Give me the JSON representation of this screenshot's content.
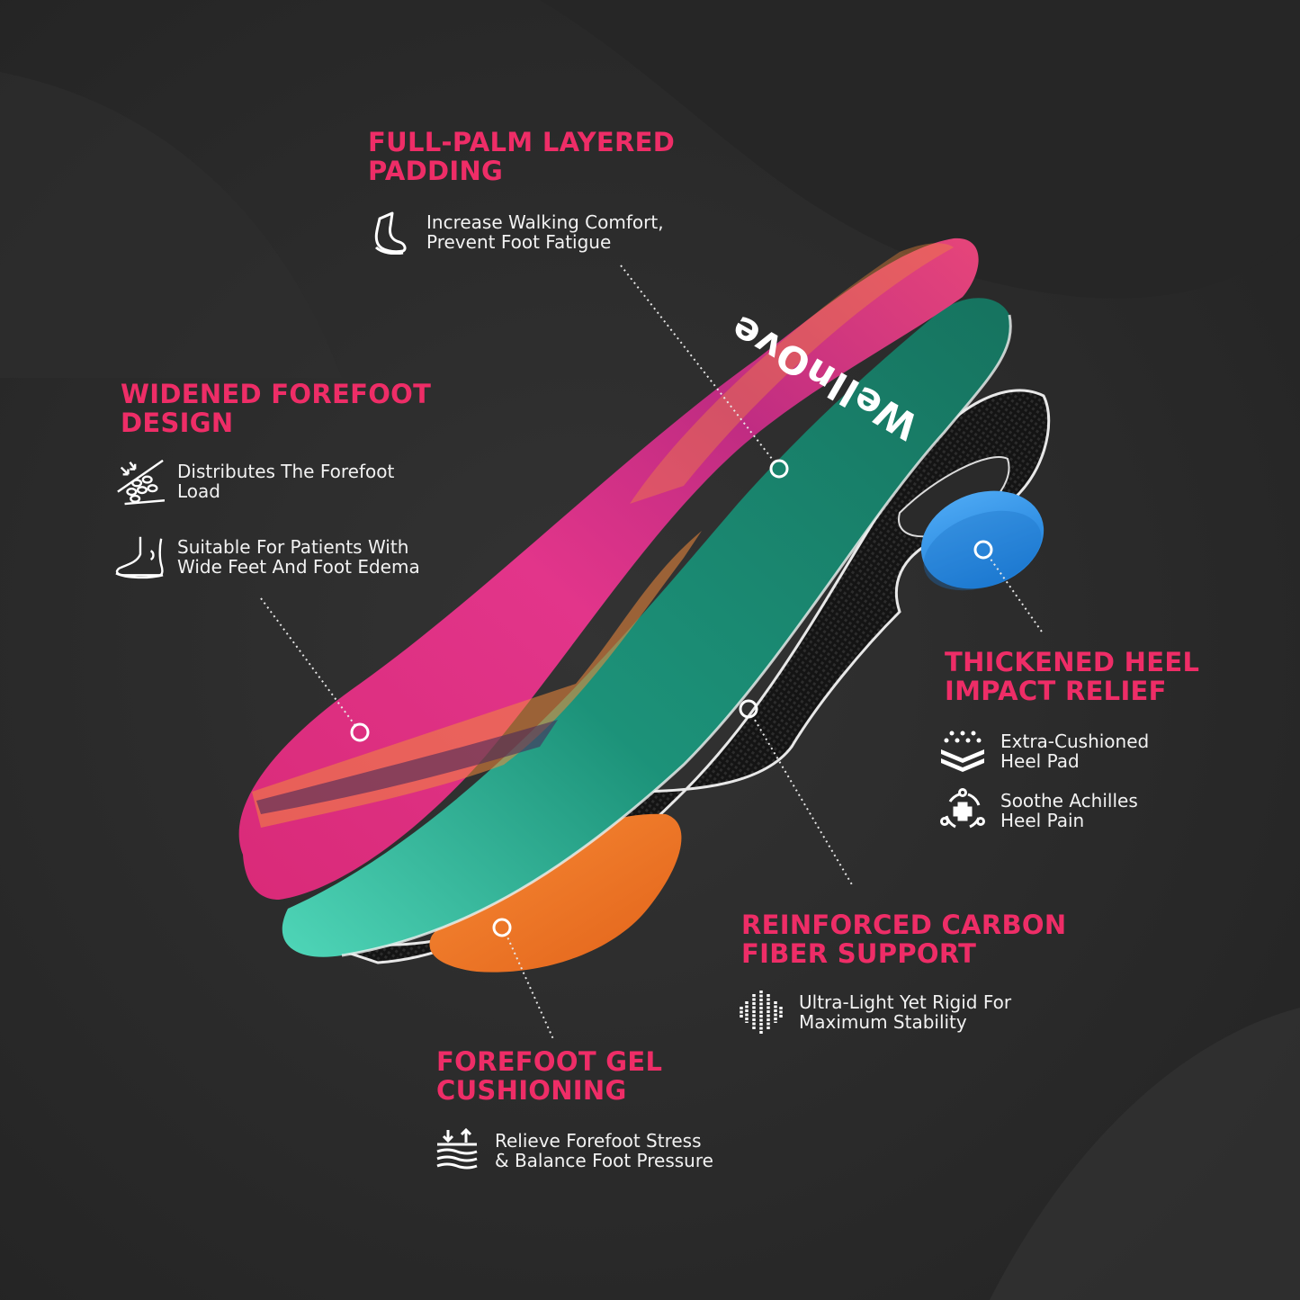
{
  "brand": {
    "logo_text": "WellnOve"
  },
  "colors": {
    "background": "#2a2a2a",
    "heading_accent": "#ee2d67",
    "body_text": "#f2f2f2",
    "top_layer": "#e0307f",
    "top_layer_highlight": "#f28a3c",
    "middle_layer": "#1f8f78",
    "carbon_shell": "#1a1a1a",
    "heel_pad": "#2f8fe6",
    "forefoot_gel": "#f0731f"
  },
  "callouts": [
    {
      "id": "full-palm",
      "title_lines": [
        "FULL-PALM LAYERED",
        "PADDING"
      ],
      "features": [
        {
          "icon": "foot-side-icon",
          "lines": [
            "Increase Walking Comfort,",
            "Prevent Foot Fatigue"
          ]
        }
      ]
    },
    {
      "id": "widened-forefoot",
      "title_lines": [
        "WIDENED FOREFOOT",
        "DESIGN"
      ],
      "features": [
        {
          "icon": "load-distribution-icon",
          "lines": [
            "Distributes The Forefoot",
            "Load"
          ]
        },
        {
          "icon": "wide-foot-icon",
          "lines": [
            "Suitable For Patients With",
            "Wide Feet And Foot Edema"
          ]
        }
      ]
    },
    {
      "id": "heel-relief",
      "title_lines": [
        "THICKENED HEEL",
        "IMPACT RELIEF"
      ],
      "features": [
        {
          "icon": "cushion-layers-icon",
          "lines": [
            "Extra-Cushioned",
            "Heel Pad"
          ]
        },
        {
          "icon": "medical-cross-icon",
          "lines": [
            "Soothe Achilles",
            "Heel Pain"
          ]
        }
      ]
    },
    {
      "id": "carbon-fiber",
      "title_lines": [
        "REINFORCED CARBON",
        "FIBER SUPPORT"
      ],
      "features": [
        {
          "icon": "carbon-weave-icon",
          "lines": [
            "Ultra-Light Yet Rigid For",
            "Maximum Stability"
          ]
        }
      ]
    },
    {
      "id": "forefoot-gel",
      "title_lines": [
        "FOREFOOT GEL",
        "CUSHIONING"
      ],
      "features": [
        {
          "icon": "pressure-waves-icon",
          "lines": [
            "Relieve Forefoot Stress",
            "& Balance Foot Pressure"
          ]
        }
      ]
    }
  ]
}
